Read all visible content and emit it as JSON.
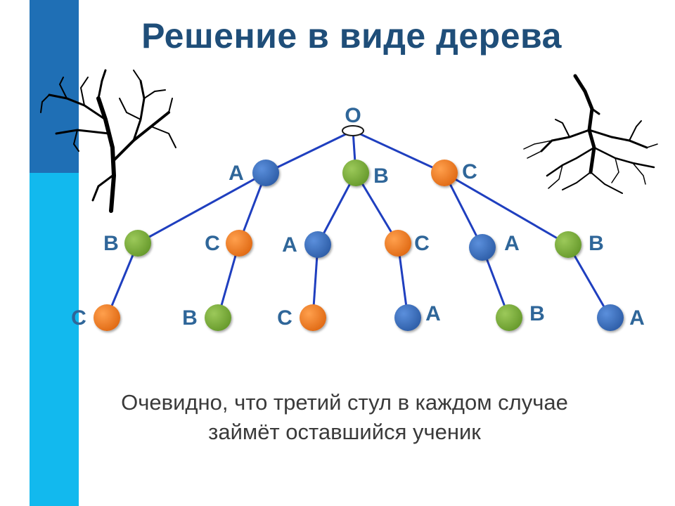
{
  "title": "Решение в виде дерева",
  "caption": {
    "line1": "Очевидно, что третий стул в каждом случае",
    "line2": "займёт оставшийся ученик"
  },
  "colors": {
    "A": "#3a6fbf",
    "B": "#7fb03a",
    "C": "#f07f2a",
    "edge": "#1f3fbf",
    "label": "#2f6699",
    "bar_dark": "#1f6fb5",
    "bar_light": "#12b9ee"
  },
  "tree": {
    "root": {
      "label": "O"
    },
    "level1": [
      {
        "letter": "A",
        "label": "A"
      },
      {
        "letter": "B",
        "label": "B"
      },
      {
        "letter": "C",
        "label": "C"
      }
    ],
    "level2": [
      {
        "letter": "B",
        "label": "B",
        "parent": 0
      },
      {
        "letter": "C",
        "label": "C",
        "parent": 0
      },
      {
        "letter": "A",
        "label": "A",
        "parent": 1
      },
      {
        "letter": "C",
        "label": "C",
        "parent": 1
      },
      {
        "letter": "A",
        "label": "A",
        "parent": 2
      },
      {
        "letter": "B",
        "label": "B",
        "parent": 2
      }
    ],
    "level3": [
      {
        "letter": "C",
        "label": "C",
        "parent": 0
      },
      {
        "letter": "B",
        "label": "B",
        "parent": 1
      },
      {
        "letter": "C",
        "label": "C",
        "parent": 2
      },
      {
        "letter": "A",
        "label": "A",
        "parent": 3
      },
      {
        "letter": "B",
        "label": "B",
        "parent": 4
      },
      {
        "letter": "A",
        "label": "A",
        "parent": 5
      }
    ]
  },
  "decorations": [
    "tree-silhouette-icon",
    "roots-silhouette-icon"
  ]
}
